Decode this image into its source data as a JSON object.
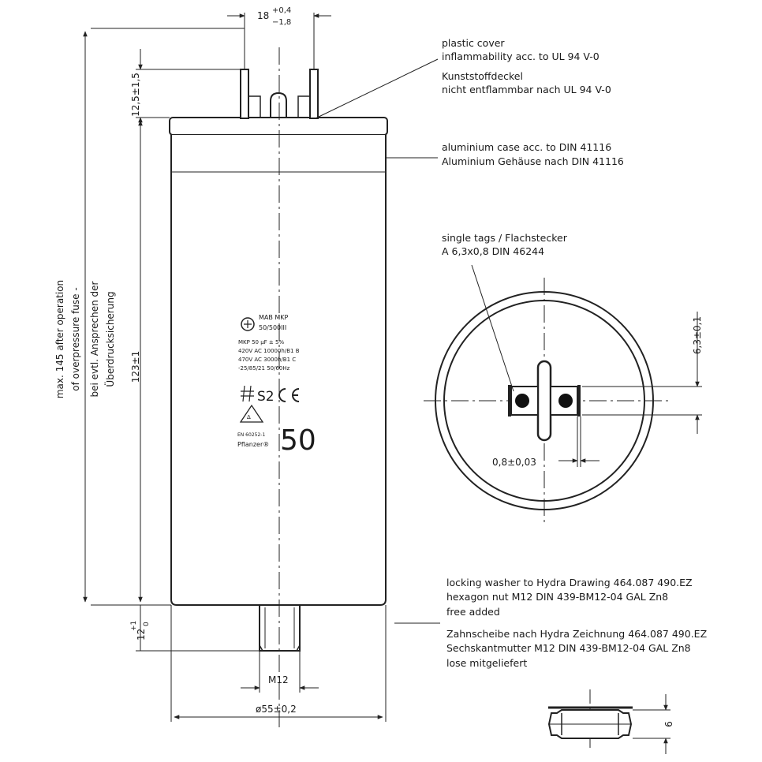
{
  "dimensions": {
    "tab_spacing": "18",
    "tab_spacing_tol_upper": "+0,4",
    "tab_spacing_tol_lower": "−1,8",
    "tab_height": "12,5±1,5",
    "body_height": "123±1",
    "stud_length": "12",
    "stud_length_tol_upper": "+1",
    "stud_length_tol_lower": "0",
    "stud_thread": "M12",
    "diameter": "ø55±0,2",
    "tab_width": "6,3±0,1",
    "tab_thickness": "0,8±0,03",
    "nut_height": "6"
  },
  "notes": {
    "cover_en_1": "plastic cover",
    "cover_en_2": "inflammability acc. to UL 94 V-0",
    "cover_de_1": "Kunststoffdeckel",
    "cover_de_2": "nicht entflammbar nach UL 94 V-0",
    "case_en": "aluminium case acc. to  DIN 41116",
    "case_de": "Aluminium Gehäuse nach DIN 41116",
    "tabs_1": "single tags / Flachstecker",
    "tabs_2": "A 6,3x0,8 DIN 46244",
    "overpressure_1": "max. 145 after operation",
    "overpressure_2": "of overpressure fuse -",
    "overpressure_3": "bei evtl. Ansprechen der",
    "overpressure_4": "Überdrucksicherung",
    "washer_en_1": "locking washer to Hydra Drawing 464.087 490.EZ",
    "washer_en_2": "hexagon nut M12 DIN 439-BM12-04 GAL Zn8",
    "washer_en_3": "free added",
    "washer_de_1": "Zahnscheibe nach Hydra Zeichnung 464.087 490.EZ",
    "washer_de_2": "Sechskantmutter M12 DIN 439-BM12-04 GAL Zn8",
    "washer_de_3": "lose mitgeliefert"
  },
  "label": {
    "brand": "MAB MKP",
    "voltage": "50/500III",
    "spec_1": "MKP 50 µF ± 5%",
    "spec_2": "420V AC 10000h/B1 B",
    "spec_3": "470V AC 3000h/B1 C",
    "spec_4": "-25/85/21 50/60Hz",
    "s2": "S2",
    "std": "EN 60252-1",
    "maker": "Pflanzer®",
    "value": "50"
  }
}
